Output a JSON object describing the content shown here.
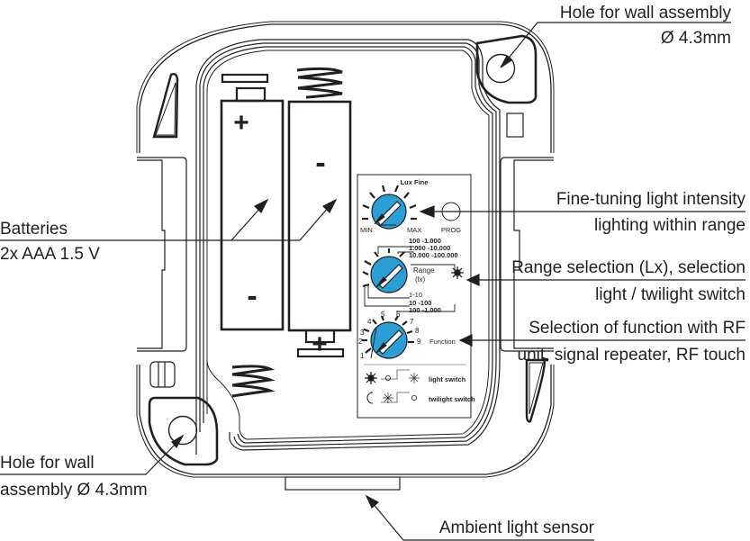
{
  "callouts": {
    "top_right_hole": {
      "line1": "Hole for wall assembly",
      "line2": "Ø 4.3mm"
    },
    "batteries": {
      "line1": "Batteries",
      "line2": "2x AAA  1.5 V"
    },
    "fine_tuning": {
      "line1": "Fine-tuning light intensity",
      "line2": "lighting within range"
    },
    "range_selection": {
      "line1": "Range selection (Lx), selection",
      "line2": "light / twilight switch"
    },
    "function_selection": {
      "line1": "Selection of function with RF",
      "line2": "unit. signal repeater, RF touch"
    },
    "bottom_left_hole": {
      "line1": "Hole for wall",
      "line2": "assembly  Ø 4.3mm"
    },
    "ambient_sensor": {
      "label": "Ambient light sensor"
    }
  },
  "batteries": {
    "left": {
      "top_sign": "+",
      "bottom_sign": "-"
    },
    "right": {
      "top_sign": "-",
      "bottom_sign": "+"
    }
  },
  "control_panel": {
    "lux_fine": {
      "title": "Lux Fine",
      "min_label": "MIN",
      "max_label": "MAX",
      "prog_label": "PROG"
    },
    "range": {
      "label_line1": "Range",
      "label_line2": "(lx)",
      "light_ranges": [
        "100 -1.000",
        "1.000 -10.000",
        "10.000 -100.000"
      ],
      "twilight_ranges": [
        "1-10",
        "10 -100",
        "100 -1.000"
      ]
    },
    "function": {
      "label": "Function",
      "positions": [
        "1",
        "2",
        "3",
        "4",
        "5",
        "6",
        "7",
        "8",
        "9"
      ]
    },
    "legend": {
      "light_switch": "light switch",
      "twilight_switch": "twilight switch"
    }
  },
  "colors": {
    "dial_blue": "#2a9fd6",
    "line": "#231f20",
    "background": "#ffffff"
  }
}
